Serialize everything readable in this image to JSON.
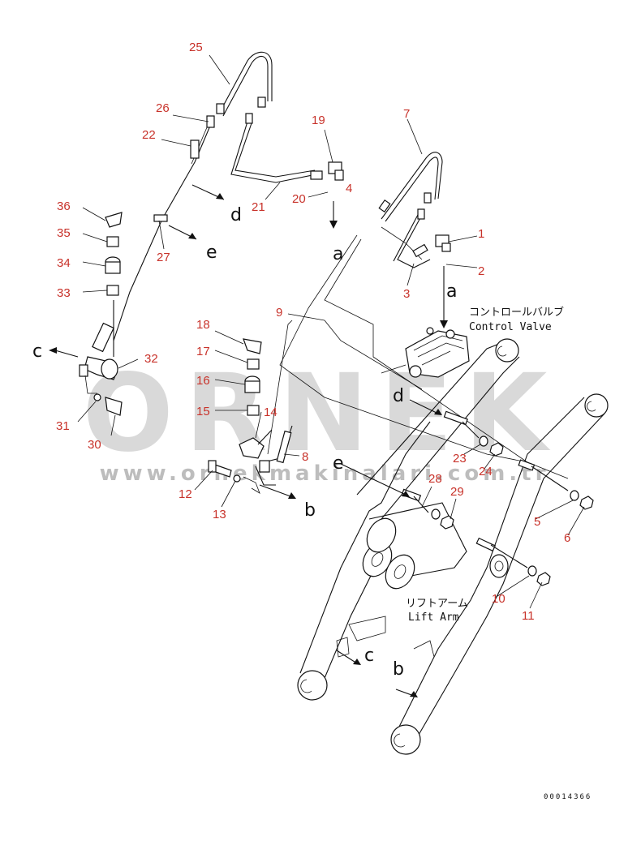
{
  "diagram": {
    "part_numbers": [
      "1",
      "2",
      "3",
      "4",
      "5",
      "6",
      "7",
      "8",
      "9",
      "10",
      "11",
      "12",
      "13",
      "14",
      "15",
      "16",
      "17",
      "18",
      "19",
      "20",
      "21",
      "22",
      "23",
      "24",
      "25",
      "26",
      "27",
      "28",
      "29",
      "30",
      "31",
      "32",
      "33",
      "34",
      "35",
      "36"
    ],
    "connection_letters": [
      "a",
      "a",
      "b",
      "b",
      "c",
      "c",
      "d",
      "d",
      "e",
      "e"
    ],
    "control_valve": {
      "jp": "コントロールバルブ",
      "en": "Control Valve"
    },
    "lift_arm": {
      "jp": "リフトアーム",
      "en": "Lift Arm"
    },
    "document_number": "00014366"
  },
  "watermark": {
    "brand": "ORNEK",
    "url": "www.ornekmakinalari.com.tr"
  },
  "colors": {
    "callout": "#c8322a",
    "line": "#111111",
    "watermark": "#d9d9d9"
  }
}
